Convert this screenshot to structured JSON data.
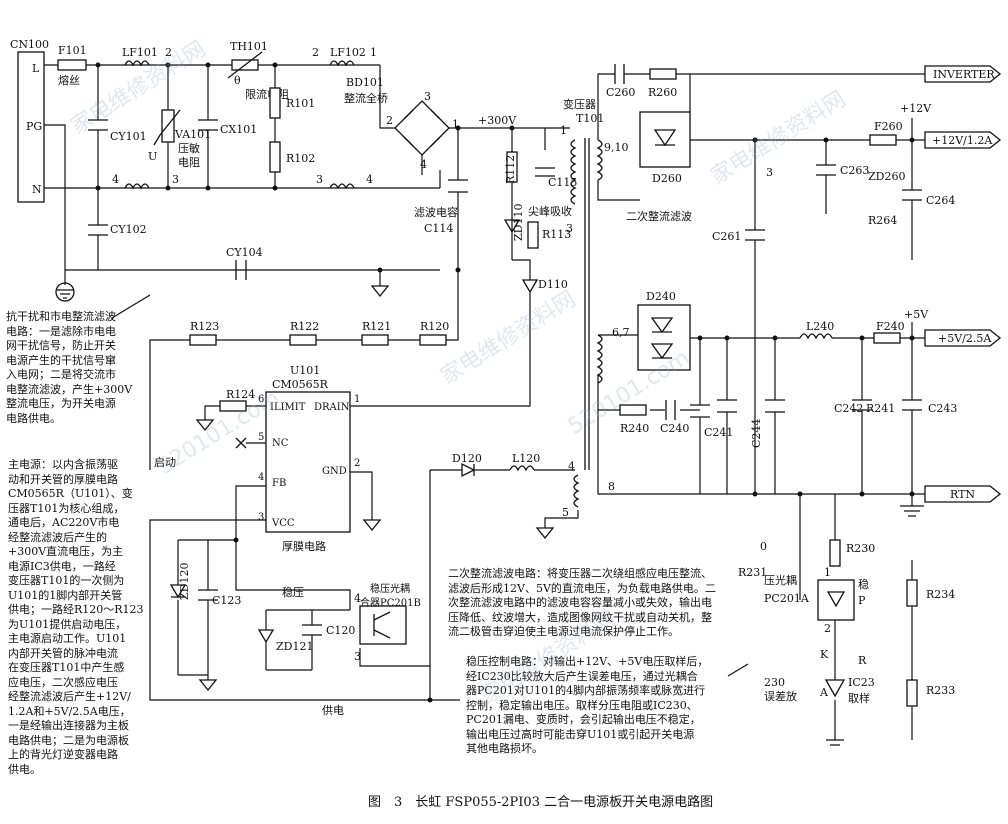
{
  "caption": "图　3　长虹 FSP055-2PI03 二合一电源板开关电源电路图",
  "watermark": "家电维修资料网",
  "watermark_site": "520101.com",
  "notes": {
    "emi": "抗干扰和市电整流滤波\n电路：一是滤除市电电\n网干扰信号，防止开关\n电源产生的干扰信号窜\n入电网；二是将交流市\n电整流滤波，产生+300V\n整流电压，为开关电源\n电路供电。",
    "main": "主电源：以内含振荡驱\n动和开关管的厚膜电路\nCM0565R（U101）、变\n压器T101为核心组成，\n通电后，AC220V市电\n经整流滤波后产生的\n+300V直流电压，为主\n电源IC3供电，一路经\n变压器T101的一次侧为\nU101的1脚内部开关管\n供电；一路经R120～R123\n为U101提供启动电压，\n主电源启动工作。U101\n内部开关管的脉冲电流\n在变压器T101中产生感\n应电压，二次感应电压\n经整流滤波后产生+12V/\n1.2A和+5V/2.5A电压，\n一是经输出连接器为主板\n电路供电；二是为电源板\n上的背光灯逆变器电路\n供电。",
    "secondary": "二次整流滤波电路：将变压器二次绕组感应电压整流、\n滤波后形成12V、5V的直流电压，为负载电路供电。二\n次整流滤波电路中的滤波电容容量减小或失效，输出电\n压降低、纹波增大，造成图像网纹干扰或自动关机，整\n流二极管击穿迫使主电源过电流保护停止工作。",
    "regulation": "稳压控制电路：对输出+12V、+5V电压取样后，\n经IC230比较放大后产生误差电压，通过光耦合\n器PC201对U101的4脚内部振荡频率或脉宽进行\n控制，稳定输出电压。取样分压电阻或IC230、\nPC201漏电、变质时，会引起输出电压不稳定，\n输出电压过高时可能击穿U101或引起开关电源\n其他电路损坏。"
  },
  "labels": {
    "CN100": "CN100",
    "L": "L",
    "PG": "PG",
    "N": "N",
    "F101": "F101",
    "fuse_cn": "熔丝",
    "LF101": "LF101",
    "TH101": "TH101",
    "theta": "θ",
    "th_cn": "限流电阻",
    "R101": "R101",
    "R102": "R102",
    "LF102": "LF102",
    "BD101": "BD101",
    "bd_cn": "整流全桥",
    "CY101": "CY101",
    "VA101": "VA101",
    "va_cn1": "压敏",
    "va_cn2": "电阻",
    "U": "U",
    "CX101": "CX101",
    "CY102": "CY102",
    "CY104": "CY104",
    "n1": "1",
    "n2": "2",
    "n3": "3",
    "n4": "4",
    "p300": "+300V",
    "c114_cn": "滤波电容",
    "C114": "C114",
    "T101_cn": "变压器",
    "T101": "T101",
    "R112": "R112",
    "C115": "C115",
    "ZD110": "ZD110",
    "snub_cn": "尖峰吸收",
    "R113": "R113",
    "D110": "D110",
    "R123": "R123",
    "R122": "R122",
    "R121": "R121",
    "R120": "R120",
    "U101": "U101",
    "CM0565R": "CM0565R",
    "ILIMIT": "ILIMIT",
    "DRAIN": "DRAIN",
    "NC": "NC",
    "FB": "FB",
    "VCC": "VCC",
    "GND": "GND",
    "thick_cn": "厚膜电路",
    "R124": "R124",
    "pin6": "6",
    "pin5": "5",
    "pin4": "4",
    "pin3": "3",
    "pin1": "1",
    "pin2": "2",
    "start_cn": "启动",
    "ZD120": "ZD120",
    "C123": "C123",
    "ZD121": "ZD121",
    "C120": "C120",
    "stab_cn": "稳压",
    "pc_cn1": "稳压光耦",
    "pc_cn2": "合器PC201B",
    "supply_cn": "供电",
    "D120": "D120",
    "L120": "L120",
    "C260": "C260",
    "R260": "R260",
    "INVERTER": "INVERTER",
    "p12": "+12V",
    "F260": "F260",
    "p12out": "+12V/1.2A",
    "p910": "9,10",
    "D260": "D260",
    "C263": "C263",
    "ZD260": "ZD260",
    "C264": "C264",
    "R264": "R264",
    "C261": "C261",
    "sec_cn": "二次整流滤波",
    "D240": "D240",
    "p67": "6,7",
    "L240": "L240",
    "F240": "F240",
    "p5": "+5V",
    "p5out": "+5V/2.5A",
    "R240": "R240",
    "C240": "C240",
    "C241": "C241",
    "C244": "C244",
    "C242": "C242",
    "R241": "R241",
    "C243": "C243",
    "p8": "8",
    "RTN": "RTN",
    "R230": "R230",
    "R231": "R231",
    "pc201a_cn": "压光耦",
    "PC201A": "PC201A",
    "stab2_cn": "稳",
    "P": "P",
    "R234": "R234",
    "K": "K",
    "R": "R",
    "A": "A",
    "IC23": "IC23",
    "sample_cn": "取样",
    "err_cn": "误差放",
    "n230": "230",
    "R233": "R233",
    "zero": "0",
    "three": "3"
  }
}
